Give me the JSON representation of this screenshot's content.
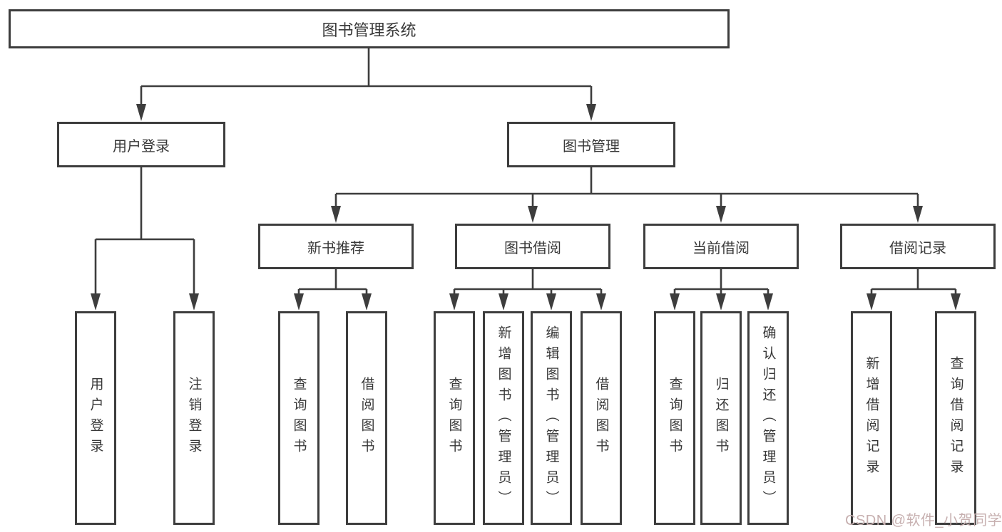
{
  "diagram": {
    "tree": {
      "label": "图书管理系统",
      "children": [
        {
          "label": "用户登录",
          "children": [
            {
              "label": "用户登录"
            },
            {
              "label": "注销登录"
            }
          ]
        },
        {
          "label": "图书管理",
          "children": [
            {
              "label": "新书推荐",
              "children": [
                {
                  "label": "查询图书"
                },
                {
                  "label": "借阅图书"
                }
              ]
            },
            {
              "label": "图书借阅",
              "children": [
                {
                  "label": "查询图书"
                },
                {
                  "label": "新增图书（管理员）"
                },
                {
                  "label": "编辑图书（管理员）"
                },
                {
                  "label": "借阅图书"
                }
              ]
            },
            {
              "label": "当前借阅",
              "children": [
                {
                  "label": "查询图书"
                },
                {
                  "label": "归还图书"
                },
                {
                  "label": "确认归还（管理员）"
                }
              ]
            },
            {
              "label": "借阅记录",
              "children": [
                {
                  "label": "新增借阅记录"
                },
                {
                  "label": "查询借阅记录"
                }
              ]
            }
          ]
        }
      ]
    },
    "colors": {
      "line": "#3d3d3d",
      "text": "#383838",
      "box_background": "#ffffff",
      "watermark": "#c7b0b0"
    }
  },
  "watermark": {
    "text": "CSDN @软件_小贺同学"
  }
}
